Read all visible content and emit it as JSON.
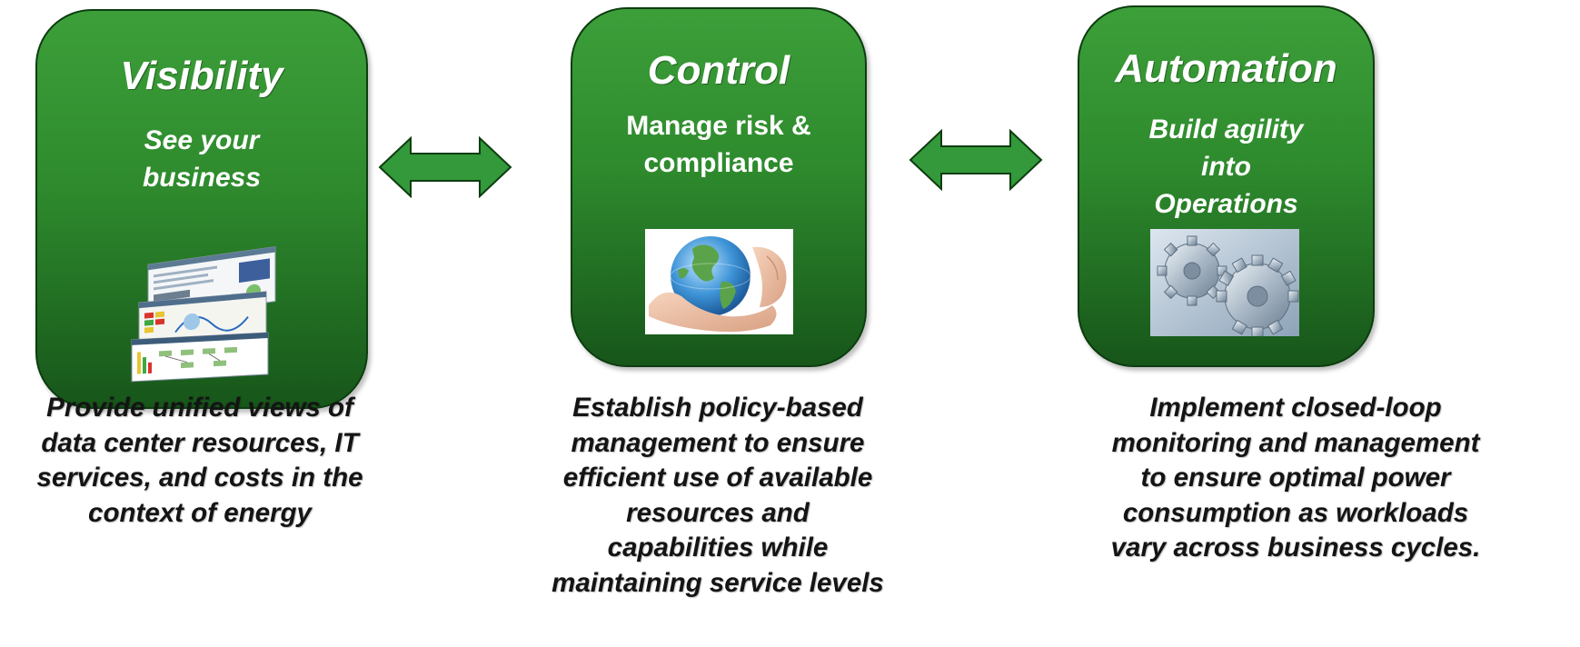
{
  "pillars": [
    {
      "title": "Visibility",
      "subtitle": "See your\nbusiness",
      "image_icon": "dashboard-screenshots-icon",
      "description": "Provide unified views of\ndata center resources, IT\nservices, and costs in the\ncontext of energy"
    },
    {
      "title": "Control",
      "subtitle": "Manage risk &\ncompliance",
      "image_icon": "globe-in-hands-icon",
      "description": "Establish policy-based\nmanagement to ensure\nefficient use of available\nresources and\ncapabilities while\nmaintaining service levels"
    },
    {
      "title": "Automation",
      "subtitle": "Build agility\ninto\nOperations",
      "image_icon": "gears-icon",
      "description": "Implement closed-loop\nmonitoring and management\nto ensure optimal power\nconsumption as workloads\nvary across business cycles."
    }
  ],
  "connectors": [
    {
      "icon": "double-headed-arrow-icon"
    },
    {
      "icon": "double-headed-arrow-icon"
    }
  ],
  "colors": {
    "card_top": "#3c9f39",
    "card_bottom": "#17561a",
    "card_border": "#0d3d10",
    "arrow_fill": "#33993a",
    "text_dark": "#141414"
  }
}
